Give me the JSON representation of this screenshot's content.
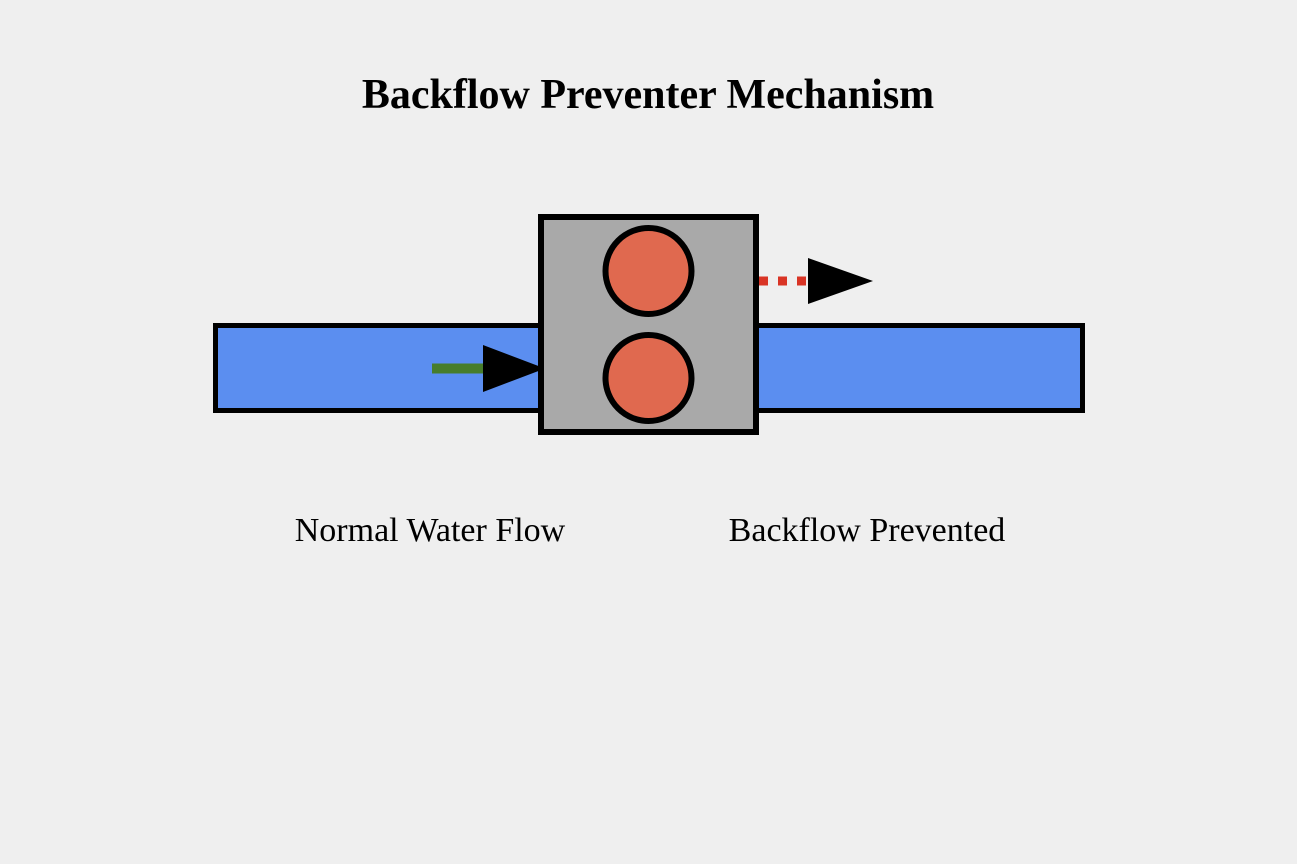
{
  "diagram": {
    "title": "Backflow Preventer Mechanism",
    "labels": {
      "left": "Normal Water Flow",
      "right": "Backflow Prevented"
    }
  },
  "colors": {
    "background": "#EFEFEF",
    "pipe_water_blue": "#5B8EF0",
    "valve_body_gray": "#A9A9A9",
    "check_valve_orange": "#E0694F",
    "forward_flow_green": "#477D2B",
    "backflow_red": "#D93425",
    "outline_black": "#000000"
  }
}
